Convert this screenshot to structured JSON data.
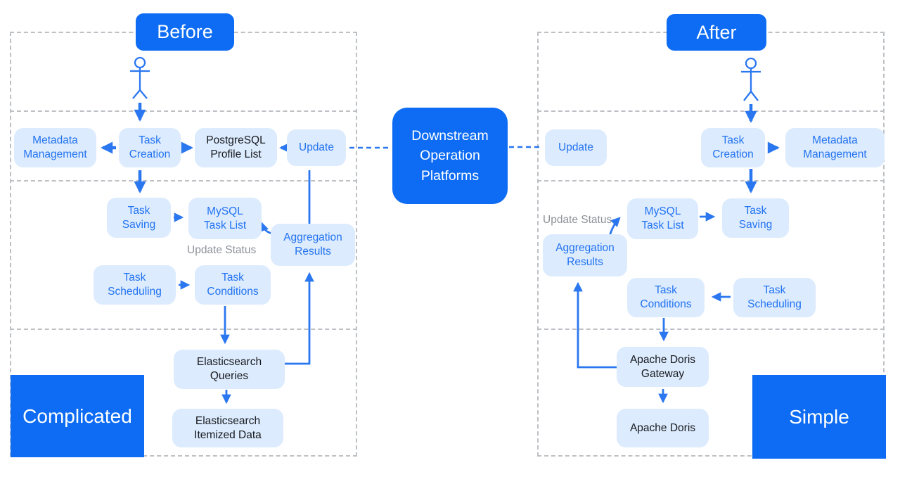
{
  "colors": {
    "accent": "#0d6cf3",
    "box_bg": "#dcebfd",
    "box_text": "#2273f2",
    "dark_text": "#17191e",
    "arrow": "#2b77f0",
    "panel_border": "#bdc0c4",
    "muted": "#8d929a"
  },
  "center": {
    "platform_label": "Downstream\nOperation\nPlatforms"
  },
  "before": {
    "title": "Before",
    "summary_badge": "Complicated",
    "update_status_label": "Update Status",
    "nodes": {
      "metadata_management": "Metadata\nManagement",
      "task_creation": "Task\nCreation",
      "postgresql_profile_list": "PostgreSQL\nProfile List",
      "update": "Update",
      "task_saving": "Task\nSaving",
      "mysql_task_list": "MySQL\nTask List",
      "aggregation_results": "Aggregation\nResults",
      "task_scheduling": "Task\nScheduling",
      "task_conditions": "Task\nConditions",
      "elasticsearch_queries": "Elasticsearch\nQueries",
      "elasticsearch_itemized_data": "Elasticsearch\nItemized Data"
    }
  },
  "after": {
    "title": "After",
    "summary_badge": "Simple",
    "update_status_label": "Update Status",
    "nodes": {
      "update": "Update",
      "task_creation": "Task\nCreation",
      "metadata_management": "Metadata\nManagement",
      "mysql_task_list": "MySQL\nTask List",
      "task_saving": "Task\nSaving",
      "aggregation_results": "Aggregation\nResults",
      "task_conditions": "Task\nConditions",
      "task_scheduling": "Task\nScheduling",
      "apache_doris_gateway": "Apache Doris\nGateway",
      "apache_doris": "Apache Doris"
    }
  }
}
